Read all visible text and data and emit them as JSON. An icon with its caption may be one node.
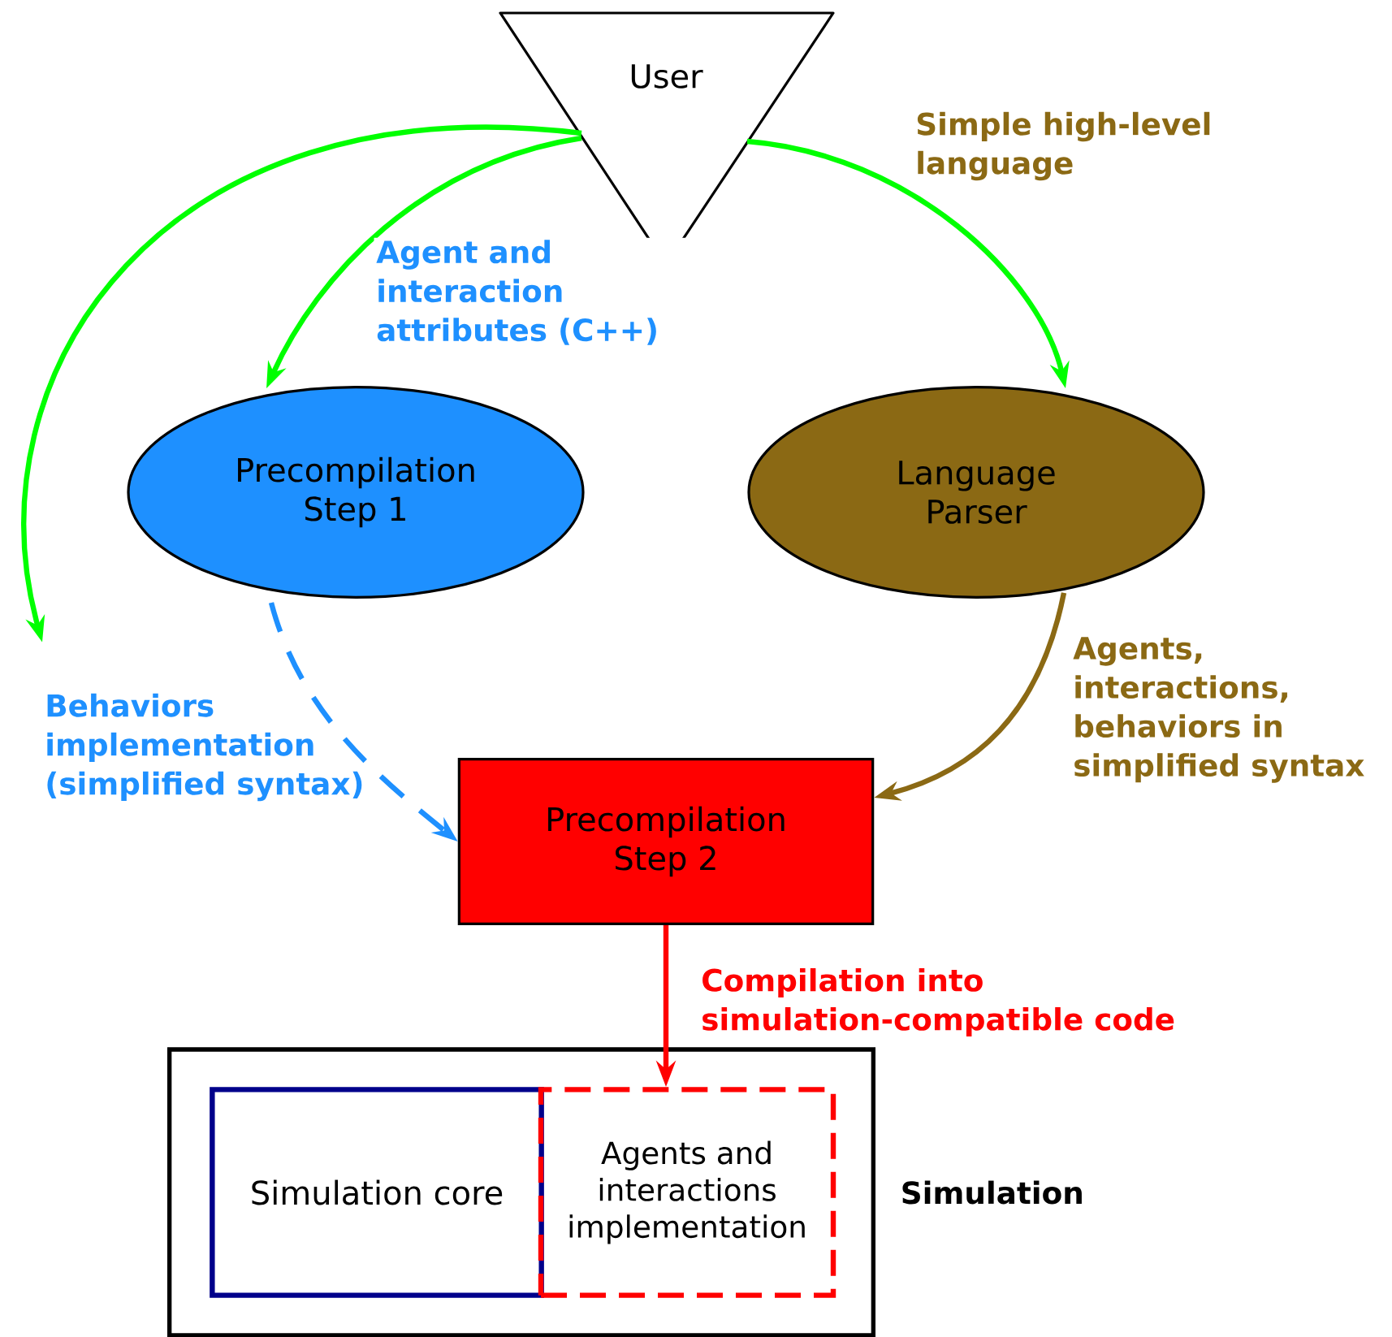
{
  "diagram": {
    "nodes": [
      {
        "text": [
          "User"
        ]
      },
      {
        "text": [
          "Precompilation Step 1"
        ]
      },
      {
        "text": [
          "Language Parser"
        ]
      },
      {
        "text": [
          "Behaviors implementation (simplified syntax)"
        ]
      },
      {
        "text": [
          "Precompilation Step 2"
        ]
      },
      {
        "text": [
          "Simulation"
        ]
      },
      {
        "text": [
          "Simulation core"
        ],
        "in": 5
      },
      {
        "text": [
          "Agents and interactions implementation"
        ],
        "in": 5
      }
    ],
    "edges": [
      {
        "from": 0,
        "to": 1,
        "arrow": "to",
        "label": "Agent and interaction attributes (C++)"
      },
      {
        "from": 0,
        "to": 2,
        "arrow": "to",
        "label": "Simple high-level language"
      },
      {
        "from": 0,
        "to": 3,
        "arrow": "to"
      },
      {
        "from": 1,
        "to": 4,
        "arrow": "to",
        "style": "dashed",
        "color": "#1e90ff"
      },
      {
        "from": 2,
        "to": 4,
        "arrow": "to",
        "color": "#8b6914",
        "label": "Agents, interactions, behaviors in simplified syntax"
      },
      {
        "from": 4,
        "to": 7,
        "arrow": "to",
        "color": "#ff0000",
        "label": "Compilation into simulation-compatible code"
      }
    ]
  }
}
